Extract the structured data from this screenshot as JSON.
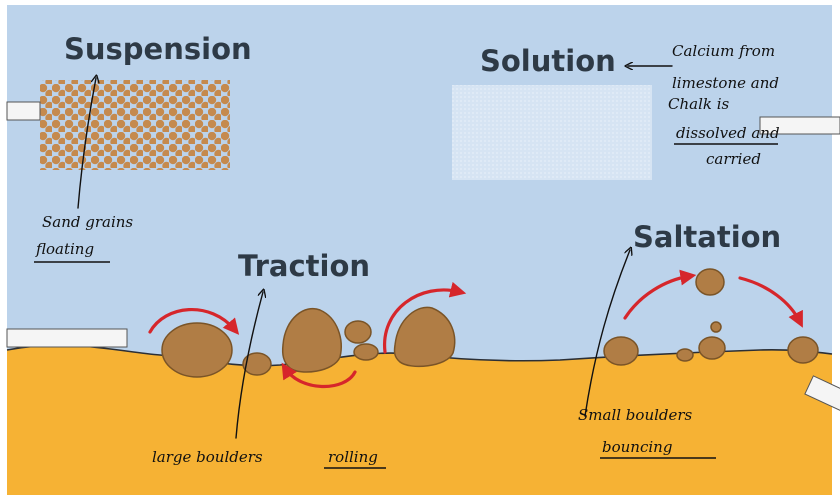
{
  "labels": {
    "suspension": "Suspension",
    "solution": "Solution",
    "traction": "Traction",
    "saltation": "Saltation"
  },
  "notes": {
    "suspension_line1": "Sand grains",
    "suspension_line2": "floating",
    "solution_line1": "Calcium from",
    "solution_line2": "limestone and",
    "solution_line3": "Chalk is",
    "solution_line4": "dissolved and",
    "solution_line5": "carried",
    "traction_prefix": "large boulders",
    "traction_emph": "rolling",
    "saltation_line1": "Small boulders",
    "saltation_line2": "bouncing"
  },
  "colors": {
    "water": "#bcd3eb",
    "riverbed": "#f6b234",
    "boulder": "#b07d45",
    "arrow_red": "#d6262b",
    "title_text": "#2e3a46",
    "ink": "#111111"
  }
}
